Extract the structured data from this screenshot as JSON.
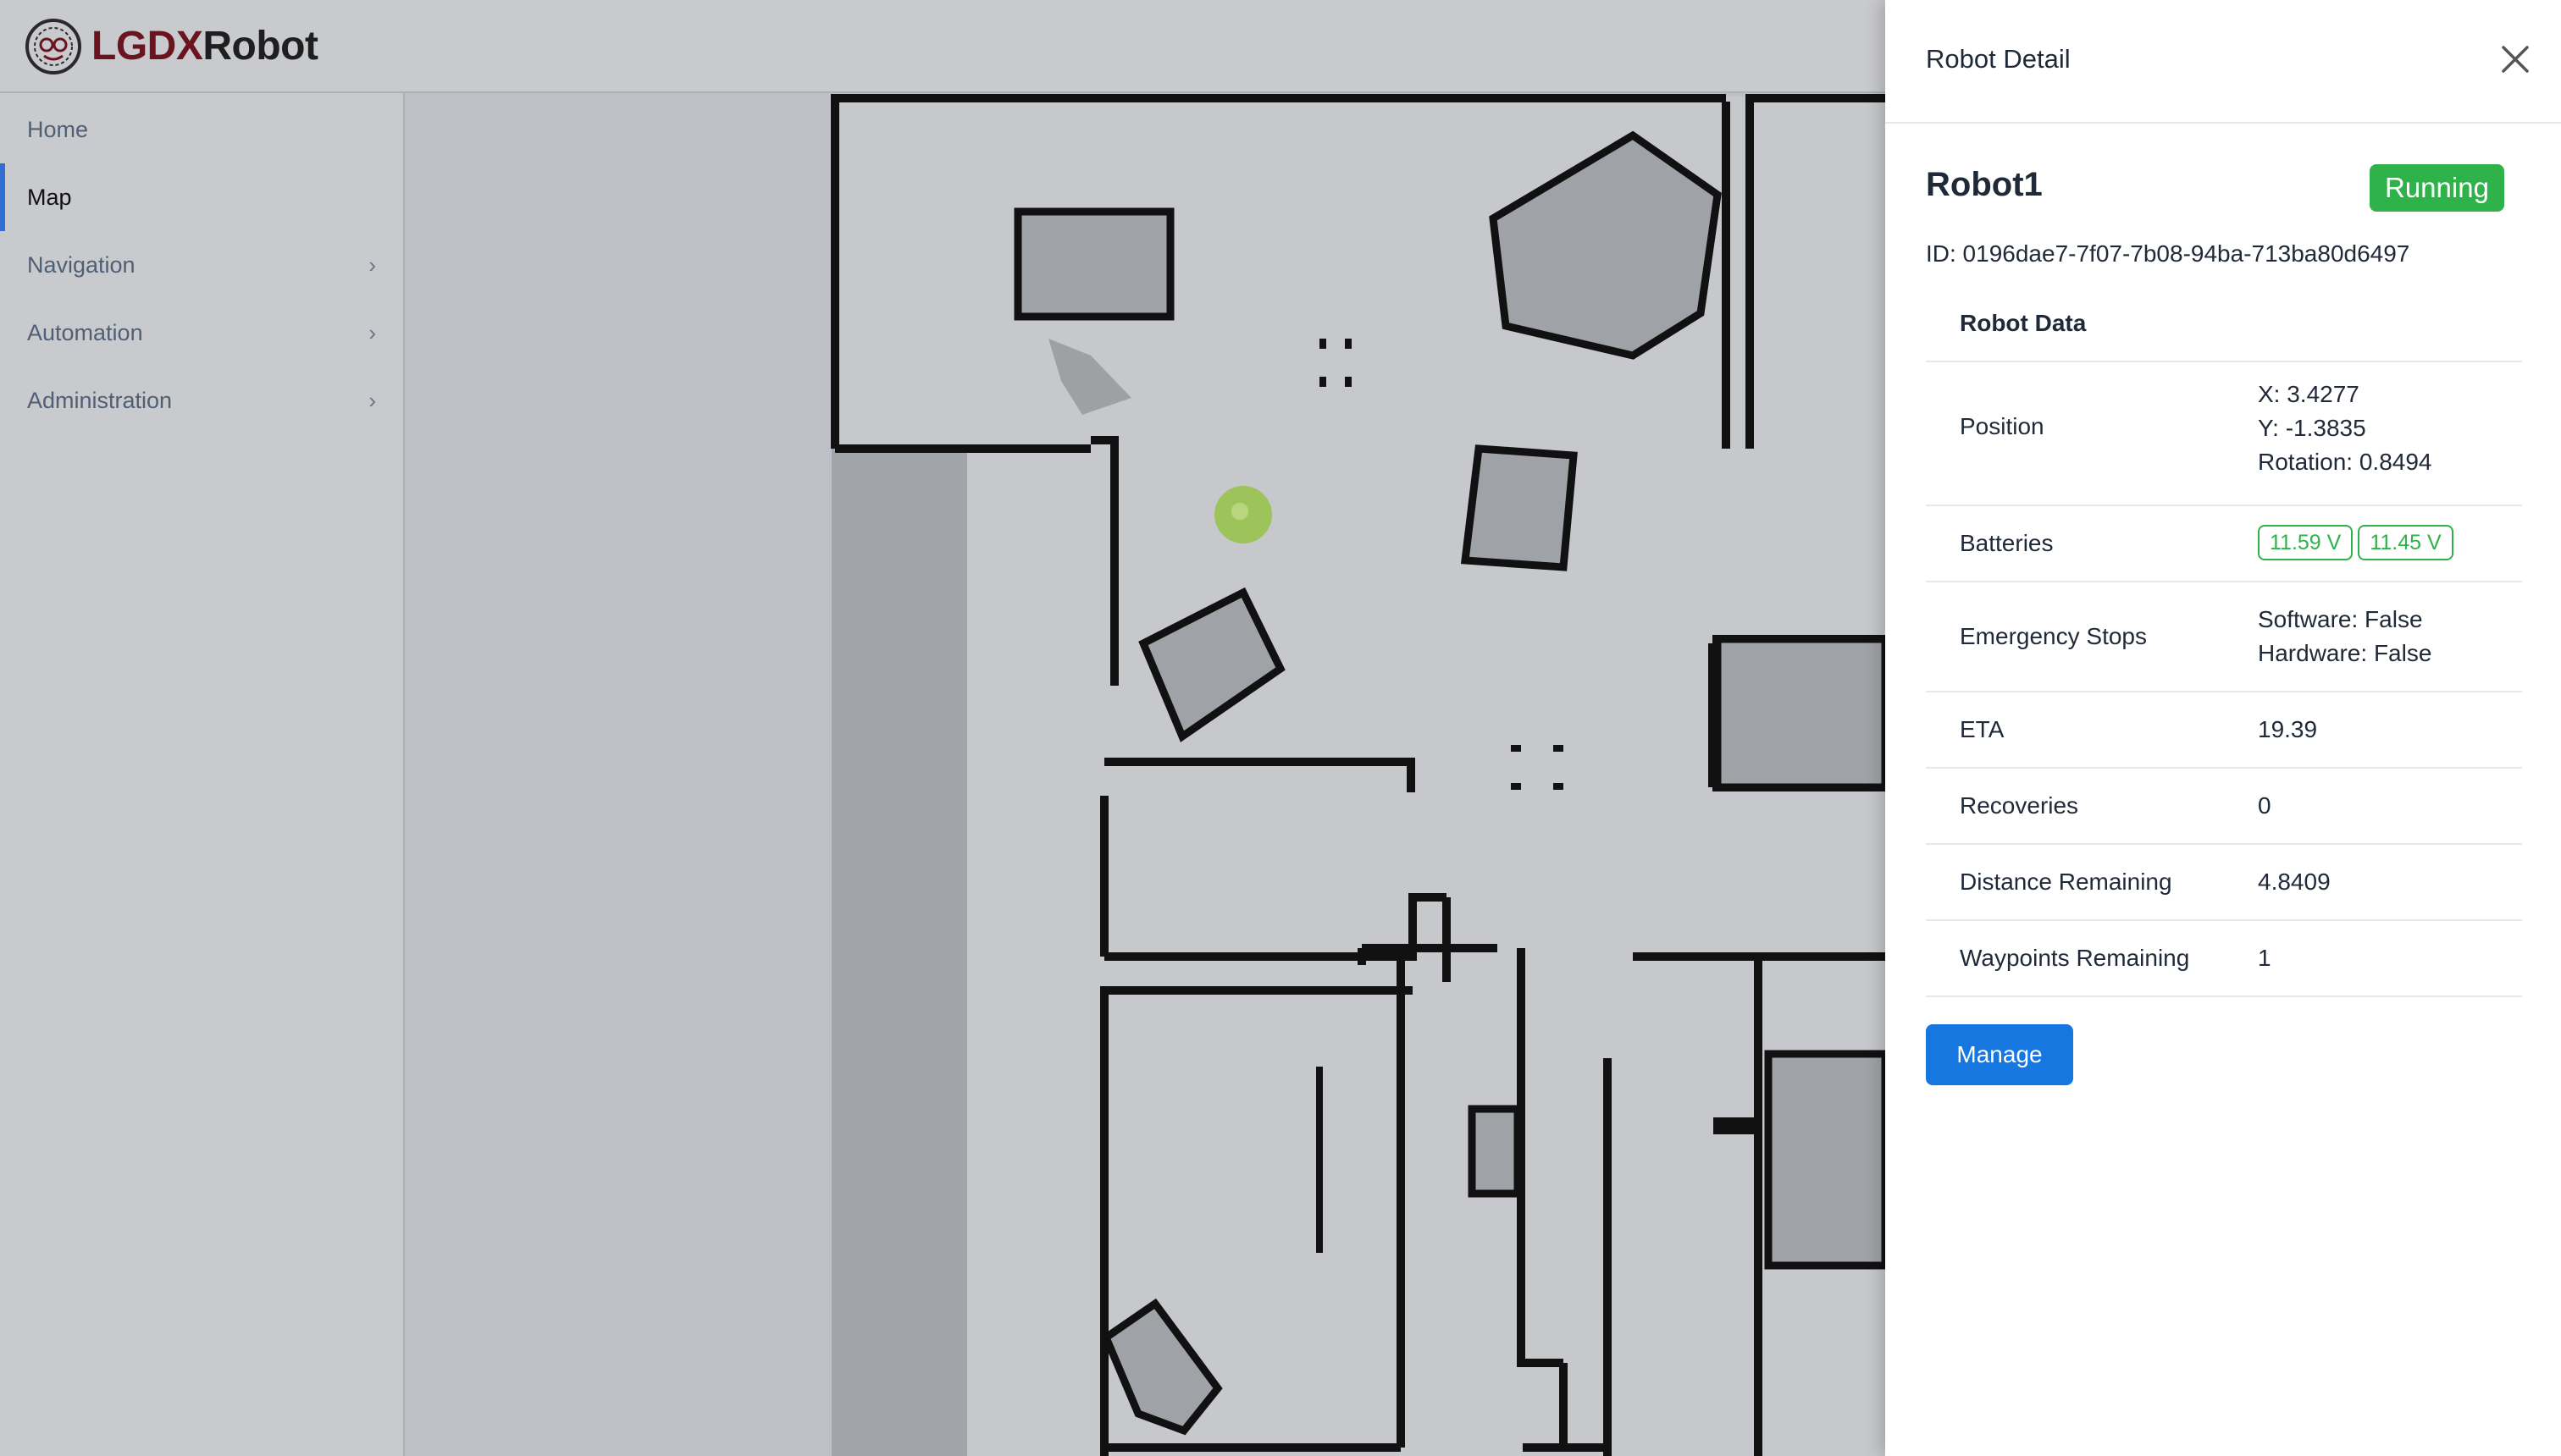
{
  "app": {
    "logo_prefix": "LGDX",
    "logo_suffix": "Robot",
    "brand_color": "#6b1420"
  },
  "sidebar": {
    "items": [
      {
        "label": "Home",
        "has_submenu": false,
        "active": false
      },
      {
        "label": "Map",
        "has_submenu": false,
        "active": true
      },
      {
        "label": "Navigation",
        "has_submenu": true,
        "active": false
      },
      {
        "label": "Automation",
        "has_submenu": true,
        "active": false
      },
      {
        "label": "Administration",
        "has_submenu": true,
        "active": false
      }
    ]
  },
  "map": {
    "robot_marker_color": "#9dc35b"
  },
  "drawer": {
    "title": "Robot Detail",
    "robot_name": "Robot1",
    "status": "Running",
    "status_color": "#2fb24a",
    "robot_id": "ID: 0196dae7-7f07-7b08-94ba-713ba80d6497",
    "table_header": "Robot Data",
    "position": {
      "label": "Position",
      "x": "X: 3.4277",
      "y": "Y: -1.3835",
      "rotation": "Rotation: 0.8494"
    },
    "batteries": {
      "label": "Batteries",
      "values": [
        "11.59 V",
        "11.45 V"
      ]
    },
    "emergency_stops": {
      "label": "Emergency Stops",
      "software": "Software: False",
      "hardware": "Hardware: False"
    },
    "eta": {
      "label": "ETA",
      "value": "19.39"
    },
    "recoveries": {
      "label": "Recoveries",
      "value": "0"
    },
    "distance_remaining": {
      "label": "Distance Remaining",
      "value": "4.8409"
    },
    "waypoints_remaining": {
      "label": "Waypoints Remaining",
      "value": "1"
    },
    "manage_label": "Manage"
  }
}
